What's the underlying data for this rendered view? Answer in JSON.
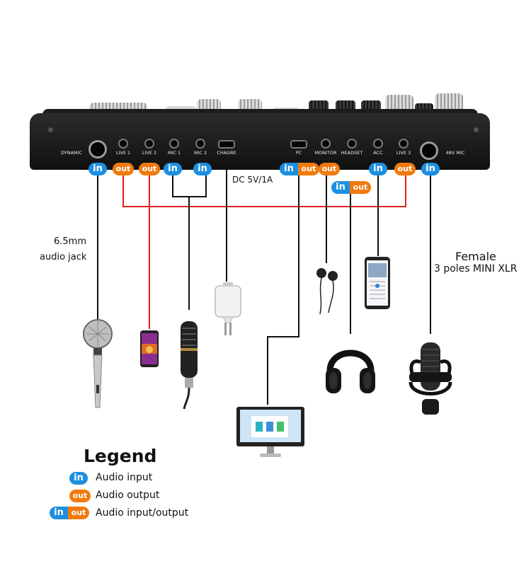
{
  "colors": {
    "in": "#1d8fe0",
    "out": "#f07a0d",
    "wire_red": "#e02020",
    "wire_black": "#111111",
    "device": "#161616"
  },
  "ports": [
    {
      "label": "DYNAMIC",
      "badge": "in"
    },
    {
      "label": "LIVE 1",
      "badge": "out"
    },
    {
      "label": "LIVE 2",
      "badge": "out"
    },
    {
      "label": "MIC 1",
      "badge": "in"
    },
    {
      "label": "MIC 2",
      "badge": "in"
    },
    {
      "label": "CHAGRE",
      "badge": ""
    },
    {
      "label": "PC",
      "badge": "in/out"
    },
    {
      "label": "MONITOR",
      "badge": "out"
    },
    {
      "label": "HEADSET",
      "badge": "in/out"
    },
    {
      "label": "ACC",
      "badge": "in"
    },
    {
      "label": "LIVE 3",
      "badge": "out"
    },
    {
      "label": "48V MIC",
      "badge": "in"
    }
  ],
  "badges": {
    "in": "in",
    "out": "out"
  },
  "annotations": {
    "dc": "DC 5V/1A",
    "jack_line1": "6.5mm",
    "jack_line2": "audio jack",
    "xlr_line1": "Female",
    "xlr_line2": "3 poles MINI XLR"
  },
  "devices": [
    "handheld-microphone",
    "smartphone",
    "condenser-microphone",
    "usb-charger",
    "computer-monitor",
    "earphones",
    "headphones",
    "smartphone-music-app",
    "studio-microphone"
  ],
  "legend": {
    "title": "Legend",
    "items": [
      {
        "badge": "in",
        "text": "Audio input"
      },
      {
        "badge": "out",
        "text": "Audio output"
      },
      {
        "badge": "in/out",
        "text": "Audio input/output"
      }
    ]
  }
}
